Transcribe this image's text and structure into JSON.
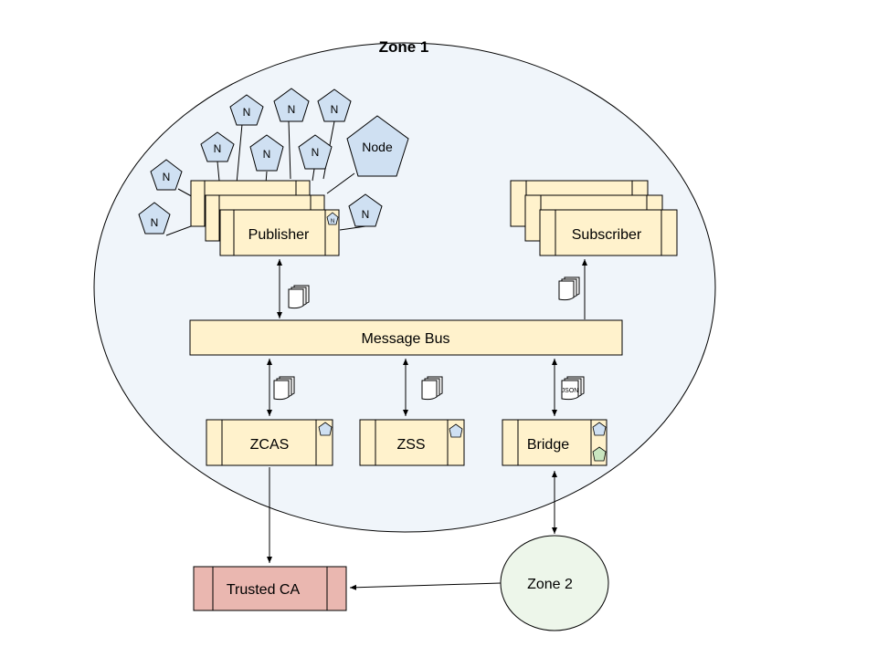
{
  "zone1": {
    "label": "Zone 1"
  },
  "zone2": {
    "label": "Zone 2"
  },
  "node_big": {
    "label": "Node"
  },
  "node_small": {
    "label": "N"
  },
  "publisher": {
    "label": "Publisher"
  },
  "subscriber": {
    "label": "Subscriber"
  },
  "message_bus": {
    "label": "Message Bus"
  },
  "zcas": {
    "label": "ZCAS"
  },
  "zss": {
    "label": "ZSS"
  },
  "bridge": {
    "label": "Bridge"
  },
  "trusted_ca": {
    "label": "Trusted CA"
  },
  "json_doc": {
    "label": "JSON"
  },
  "colors": {
    "zone1_fill": "#f0f5fa",
    "zone2_fill": "#edf6ea",
    "component_fill": "#fff2cc",
    "node_fill": "#cfe0f2",
    "ca_fill": "#eab7b0",
    "stroke": "#000000",
    "green_pentagon": "#c9e6c0"
  }
}
